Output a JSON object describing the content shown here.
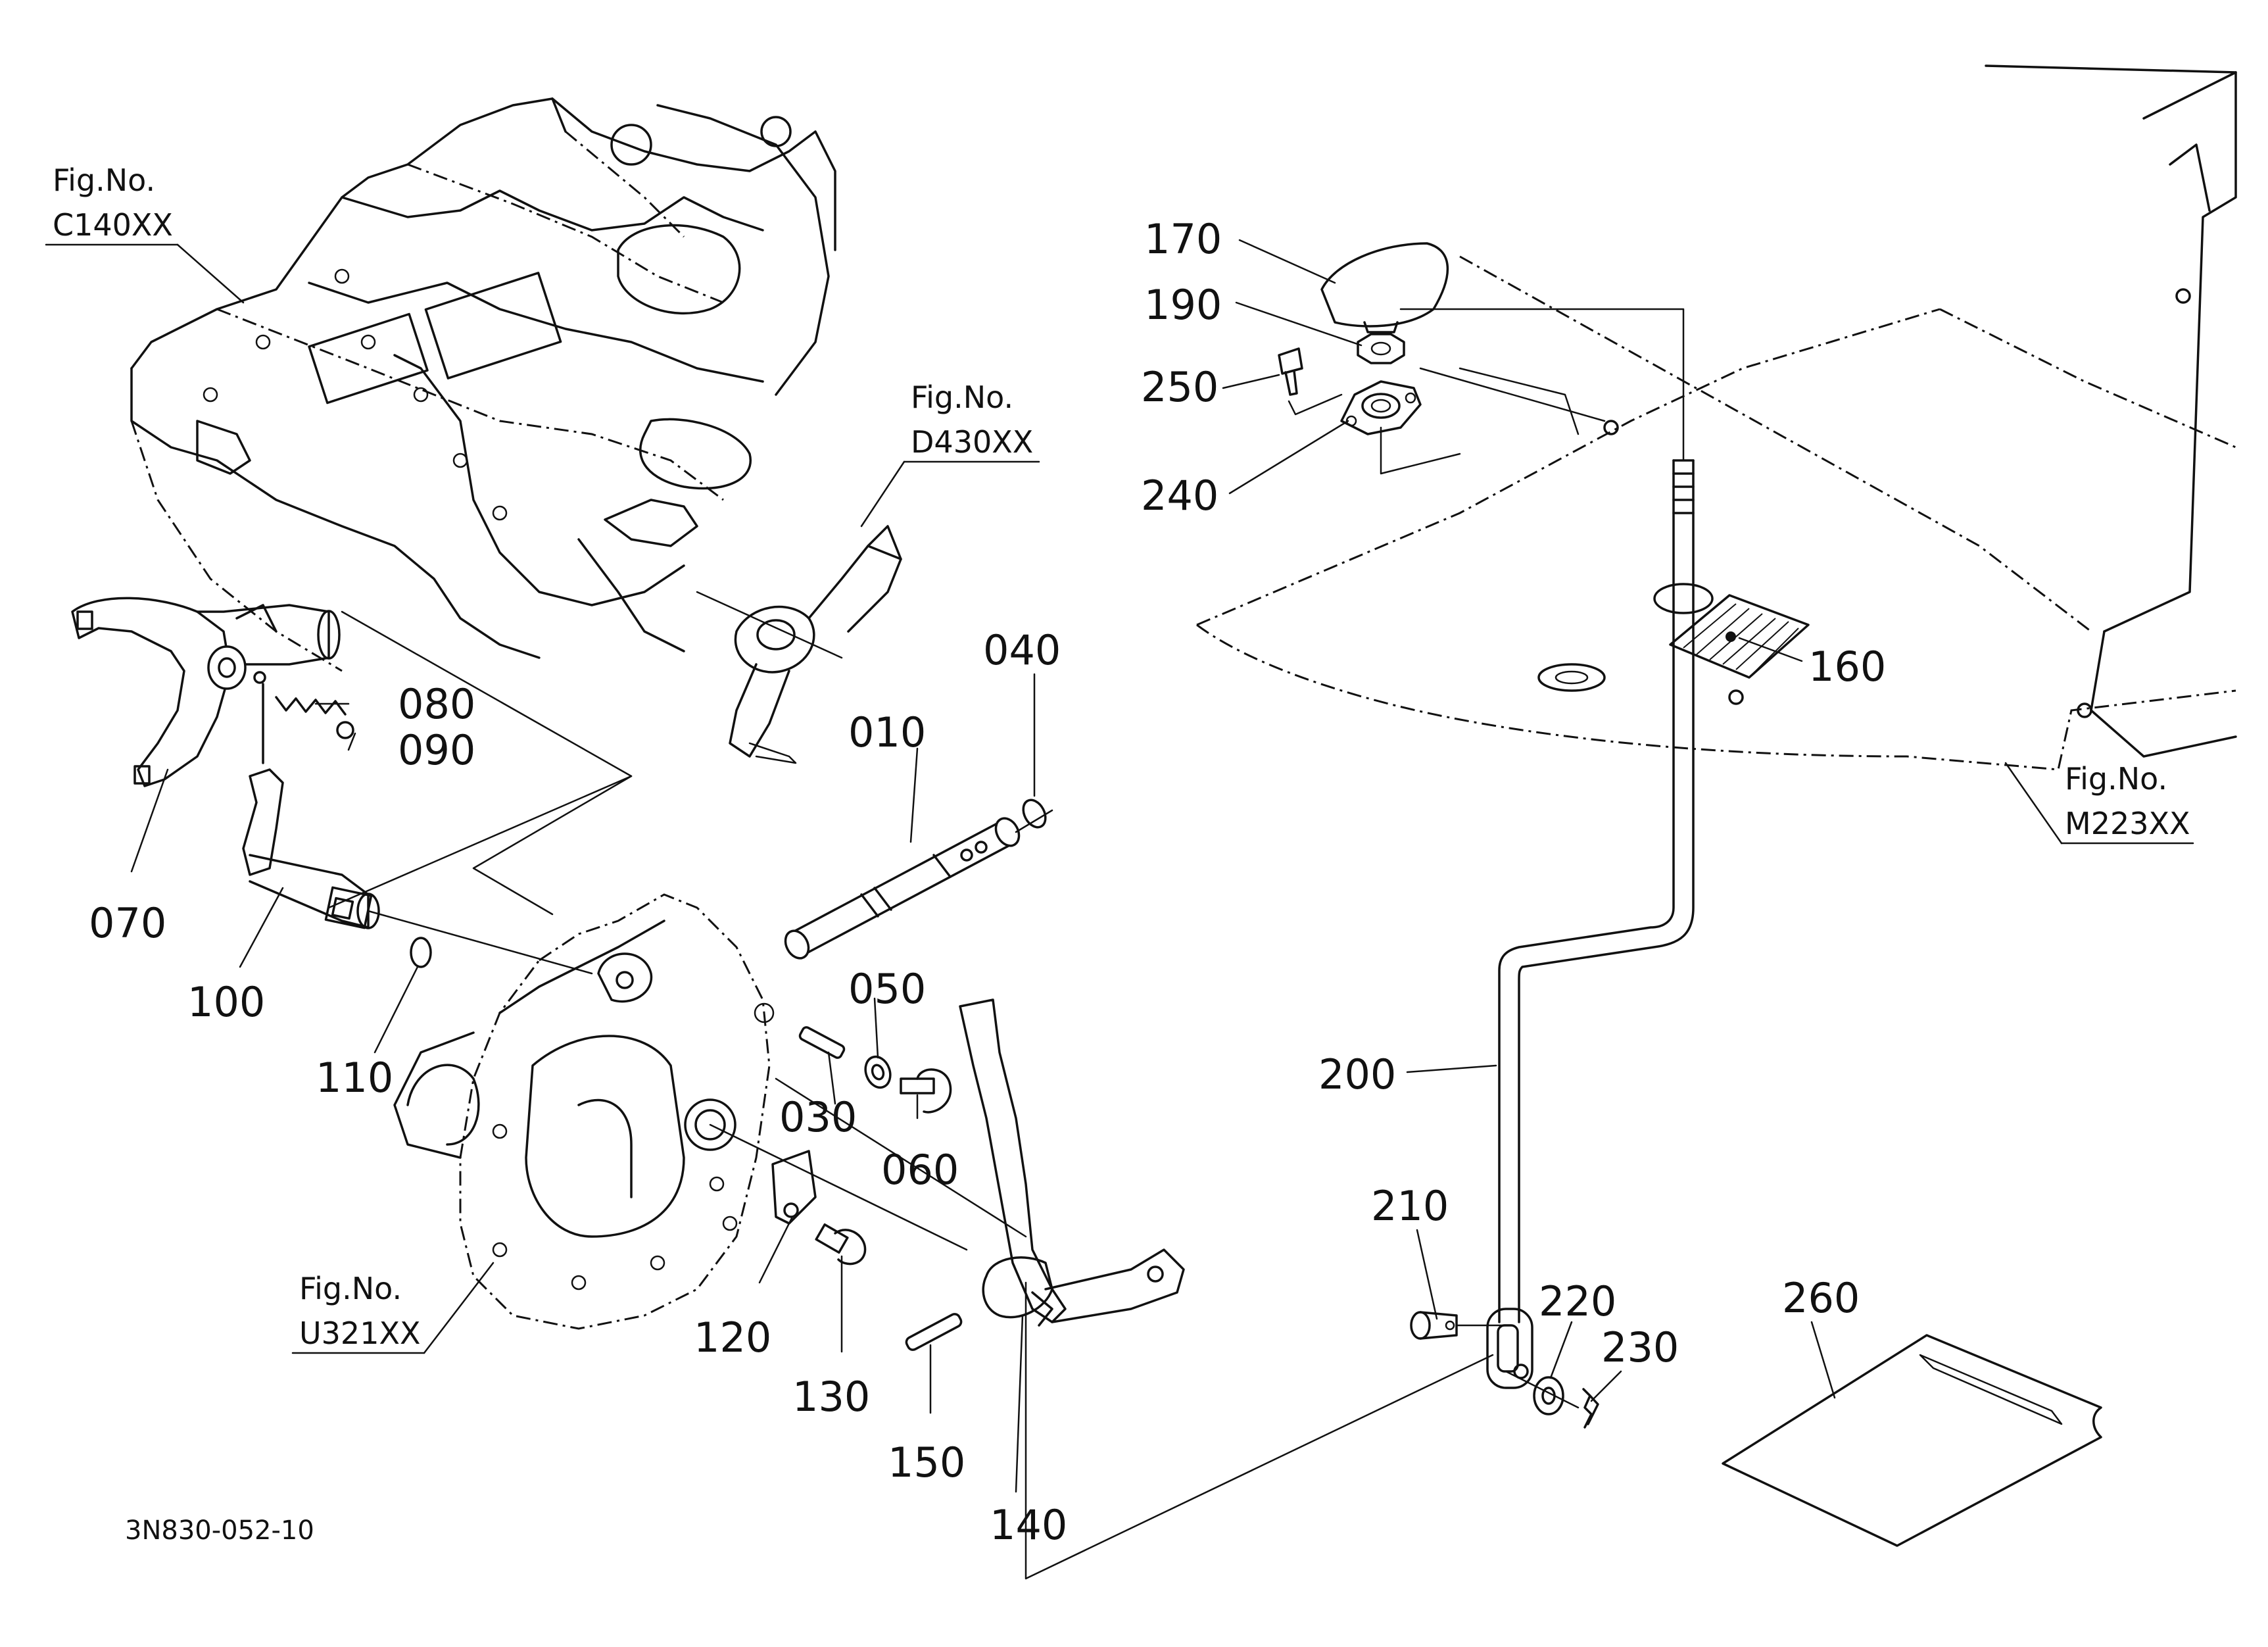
{
  "document_number": "3N830-052-10",
  "figure_references": [
    {
      "id": "fig-c140",
      "line1": "Fig.No.",
      "line2": "C140XX"
    },
    {
      "id": "fig-d430",
      "line1": "Fig.No.",
      "line2": "D430XX"
    },
    {
      "id": "fig-m223",
      "line1": "Fig.No.",
      "line2": "M223XX"
    },
    {
      "id": "fig-u321",
      "line1": "Fig.No.",
      "line2": "U321XX"
    }
  ],
  "part_callouts": [
    "010",
    "030",
    "040",
    "050",
    "060",
    "070",
    "080",
    "090",
    "100",
    "110",
    "120",
    "130",
    "140",
    "150",
    "160",
    "170",
    "190",
    "200",
    "210",
    "220",
    "230",
    "240",
    "250",
    "260"
  ]
}
